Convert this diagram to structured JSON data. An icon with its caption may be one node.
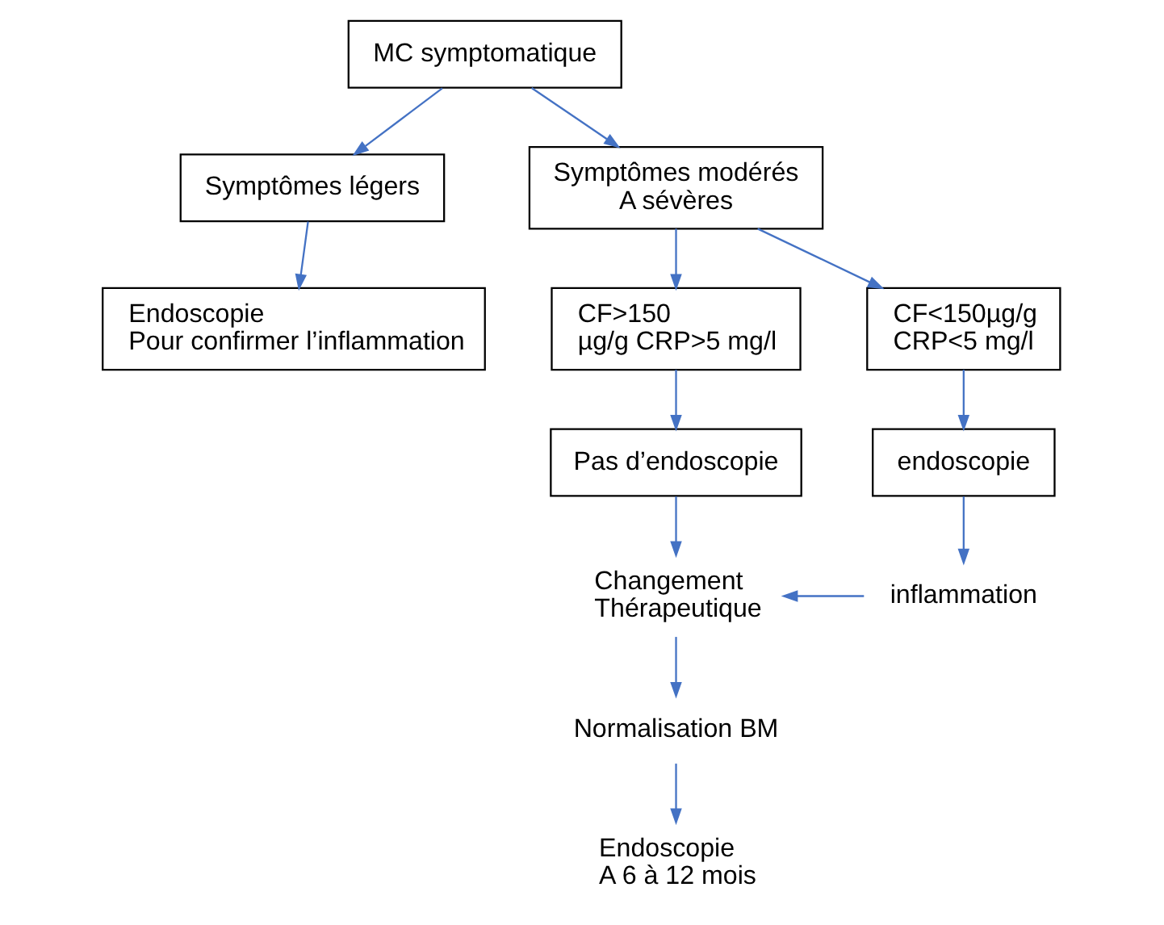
{
  "diagram": {
    "nodes": [
      {
        "text": [
          "MC symptomatique"
        ]
      },
      {
        "text": [
          "Symptômes légers"
        ]
      },
      {
        "text": [
          "Symptômes modérés A sévères"
        ]
      },
      {
        "text": [
          "Endoscopie Pour confirmer l’inflammation"
        ]
      },
      {
        "text": [
          "CF>150 µg/g CRP>5 mg/l"
        ]
      },
      {
        "text": [
          "CF<150µg/g CRP<5 mg/l"
        ]
      },
      {
        "text": [
          "Pas d’endoscopie"
        ]
      },
      {
        "text": [
          "endoscopie"
        ]
      },
      {
        "text": [
          "Changement Thérapeutique"
        ]
      },
      {
        "text": [
          "inflammation"
        ]
      },
      {
        "text": [
          "Normalisation BM"
        ]
      },
      {
        "text": [
          "Endoscopie A 6 à 12 mois"
        ]
      }
    ],
    "edges": [
      {
        "from": 0,
        "to": 1,
        "arrow": "to"
      },
      {
        "from": 0,
        "to": 2,
        "arrow": "to"
      },
      {
        "from": 1,
        "to": 3,
        "arrow": "to"
      },
      {
        "from": 2,
        "to": 4,
        "arrow": "to"
      },
      {
        "from": 2,
        "to": 5,
        "arrow": "to"
      },
      {
        "from": 4,
        "to": 6,
        "arrow": "to"
      },
      {
        "from": 5,
        "to": 7,
        "arrow": "to"
      },
      {
        "from": 6,
        "to": 8,
        "arrow": "to"
      },
      {
        "from": 7,
        "to": 9,
        "arrow": "to"
      },
      {
        "from": 9,
        "to": 8,
        "arrow": "to"
      },
      {
        "from": 8,
        "to": 10,
        "arrow": "to"
      },
      {
        "from": 10,
        "to": 11,
        "arrow": "to"
      }
    ]
  }
}
